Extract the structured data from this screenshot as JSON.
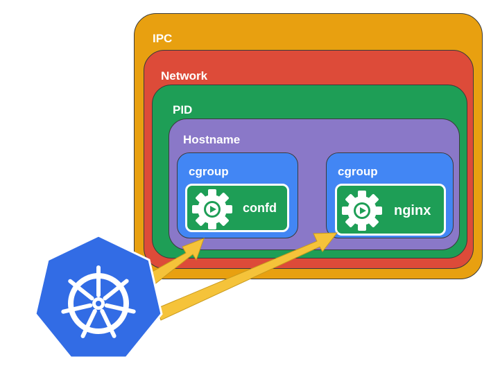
{
  "colors": {
    "ipc": "#e8a010",
    "network": "#dd4b39",
    "pid": "#1e9e56",
    "hostname": "#8a78c8",
    "cgroup": "#4286f4",
    "container": "#1e9e56",
    "arrow": "#f5c33a",
    "k8s": "#326ce5"
  },
  "namespaces": {
    "ipc": "IPC",
    "network": "Network",
    "pid": "PID",
    "hostname": "Hostname"
  },
  "cgroups": [
    {
      "label": "cgroup",
      "container": "confd"
    },
    {
      "label": "cgroup",
      "container": "nginx"
    }
  ],
  "icons": {
    "container": "gear-play-icon",
    "orchestrator": "kubernetes-helm-logo"
  }
}
